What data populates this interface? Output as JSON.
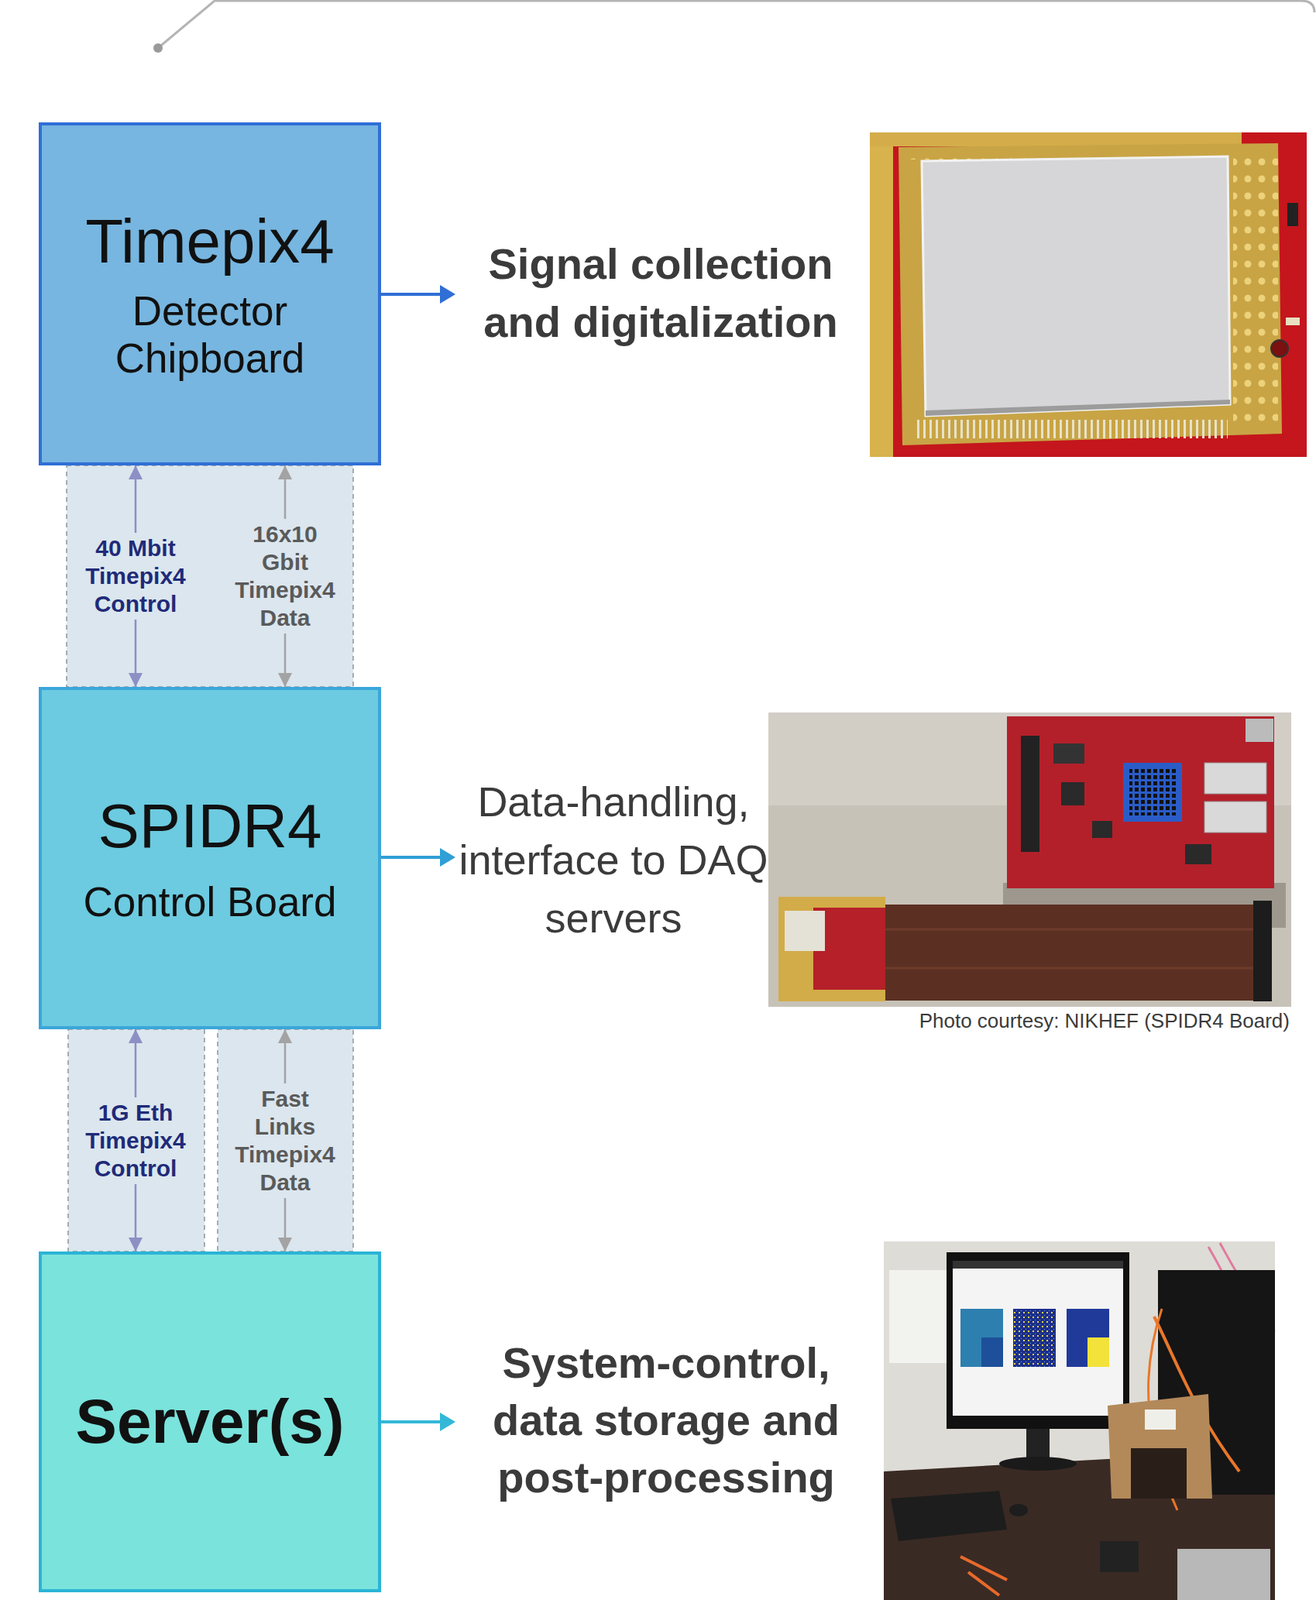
{
  "diagram": {
    "nodes": [
      {
        "text": [
          "Timepix4",
          "Detector Chipboard"
        ]
      },
      {
        "text": [
          "SPIDR4",
          "Control Board"
        ]
      },
      {
        "text": [
          "Server(s)"
        ]
      }
    ],
    "edges": [
      {
        "from": 0,
        "to": 1,
        "arrow": "both",
        "label": "40 Mbit Timepix4 Control"
      },
      {
        "from": 0,
        "to": 1,
        "arrow": "both",
        "label": "16x10 Gbit Timepix4 Data"
      },
      {
        "from": 1,
        "to": 2,
        "arrow": "both",
        "label": "1G Eth Timepix4 Control"
      },
      {
        "from": 1,
        "to": 2,
        "arrow": "both",
        "label": "Fast Links Timepix4 Data"
      }
    ],
    "labels": [
      "Signal collection and digitalization",
      "Data-handling, interface to DAQ servers",
      "Photo courtesy: NIKHEF (SPIDR4 Board)",
      "System-control, data storage and post-processing"
    ]
  }
}
